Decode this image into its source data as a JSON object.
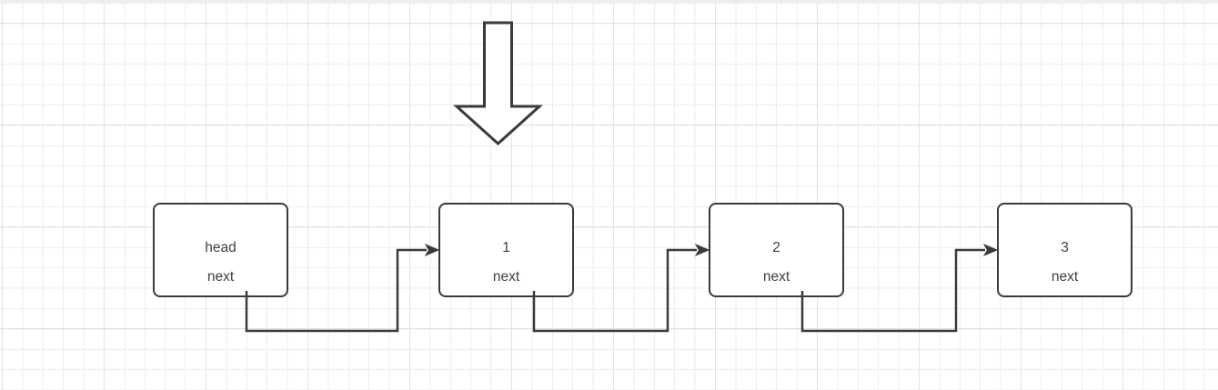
{
  "diagram": {
    "type": "singly-linked-list",
    "insertion_pointer_icon": "down-arrow-outline-icon"
  },
  "colors": {
    "stroke": "#3a3a3a",
    "node_fill": "#ffffff",
    "text": "#404040",
    "grid_minor": "#ededed",
    "grid_major": "#e2e2e2",
    "canvas_bg": "#ffffff",
    "canvas_edge": "#eeeeee"
  },
  "nodes": [
    {
      "value": "head",
      "pointer": "next"
    },
    {
      "value": "1",
      "pointer": "next"
    },
    {
      "value": "2",
      "pointer": "next"
    },
    {
      "value": "3",
      "pointer": "next"
    }
  ],
  "edges": [
    {
      "from": "head",
      "to": "1"
    },
    {
      "from": "1",
      "to": "2"
    },
    {
      "from": "2",
      "to": "3"
    }
  ]
}
